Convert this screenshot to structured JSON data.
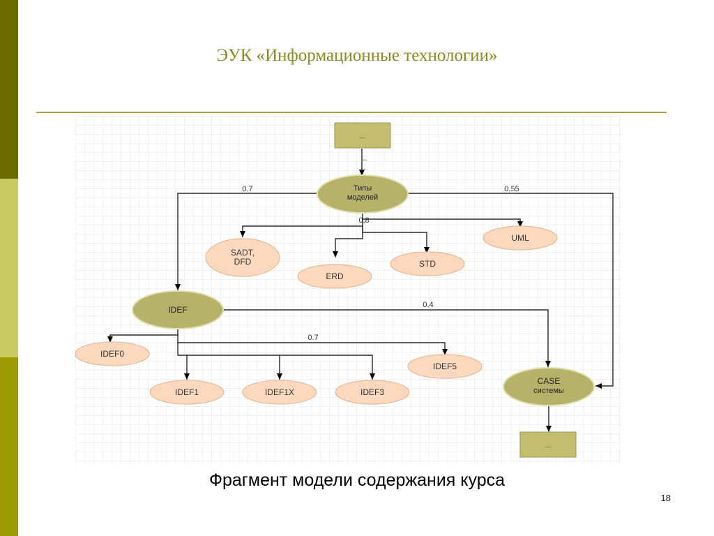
{
  "slide": {
    "title": "ЭУК «Информационные технологии»",
    "caption": "Фрагмент модели содержания курса",
    "page_number": "18"
  },
  "colors": {
    "accent": "#a8a433",
    "title": "#8c8a1e",
    "major_node": "#b6b26a",
    "minor_node": "#fcd9be",
    "box_node": "#c2be6e",
    "line": "#000000"
  },
  "diagram": {
    "top_box": "...",
    "top_connector": "...",
    "bottom_box": "...",
    "nodes": {
      "types": [
        "Типы",
        "моделей"
      ],
      "sadt": [
        "SADT,",
        "DFD"
      ],
      "erd": "ERD",
      "std": "STD",
      "uml": "UML",
      "idef": "IDEF",
      "idef0": "IDEF0",
      "idef1": "IDEF1",
      "idef1x": "IDEF1X",
      "idef3": "IDEF3",
      "idef5": "IDEF5",
      "case": [
        "CASE",
        "системы"
      ]
    },
    "edge_labels": {
      "types_to_idef": "0.7",
      "types_to_case": "0,55",
      "types_to_uml": "0,8",
      "idef_to_case": "0,4",
      "idef_to_idef5": "0.7"
    }
  }
}
